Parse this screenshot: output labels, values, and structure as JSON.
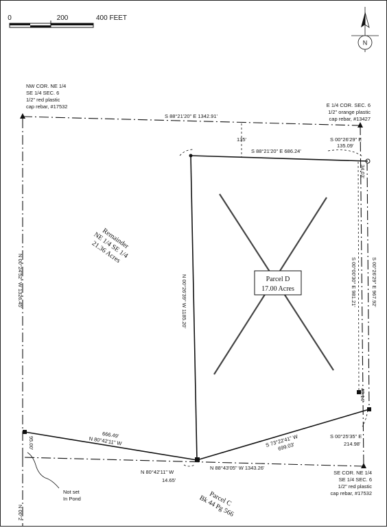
{
  "scale_bar": {
    "tick_0": "0",
    "tick_200": "200",
    "tick_400": "400 FEET"
  },
  "north_arrow": {
    "letter": "N"
  },
  "corners": {
    "nw": [
      "NW COR. NE 1/4",
      "SE 1/4 SEC. 6",
      "1/2\" red plastic",
      "cap rebar, #17532"
    ],
    "e": [
      "E 1/4 COR. SEC. 6",
      "1/2\" orange plastic",
      "cap rebar, #13427"
    ],
    "se": [
      "SE COR. NE 1/4",
      "SE 1/4 SEC. 6",
      "1/2\" red plastic",
      "cap rebar, #17532"
    ]
  },
  "bearings": {
    "north_line": "S 88°21'20\" E   1342.91'",
    "offset_135": "135'",
    "parcel_north": "S 88°21'20\" E  686.24'",
    "east_top": "S 00°26'29\" E",
    "east_top_len": "135.09'",
    "east_34": "34.03'",
    "parcel_east": "S 00°00'30\" E  981.21'",
    "east_outer": "S 00°26'29\" E  967.92'",
    "east_43": "43.14'",
    "east_bottom": "S 00°25'35\" E",
    "east_bottom_len": "214.98'",
    "parcel_se": "S 73°22'41\" W",
    "parcel_se_len": "699.03'",
    "south_line": "N 88°43'05\" W   1343.26'",
    "parcel_west": "N 00°26'39\" W   1185.20'",
    "sw_len": "666.49'",
    "sw_bearing": "N 80°42'11\" W",
    "sw_small": "N 80°42'11\" W",
    "sw_small_len": "14.65'",
    "west_line": "N 00°24'52\" W   1326.45'",
    "west_95": "95.00'",
    "west_bottom": "N 00°2"
  },
  "remainder": [
    "Remainder",
    "NE 1/4 SE 1/4",
    "21.36 Acres"
  ],
  "parcel_d": [
    "Parcel D",
    "17.00 Acres"
  ],
  "parcel_c": [
    "Parcel C",
    "Bk 44 Pg 566"
  ],
  "not_set": [
    "Not set",
    "In Pond"
  ]
}
